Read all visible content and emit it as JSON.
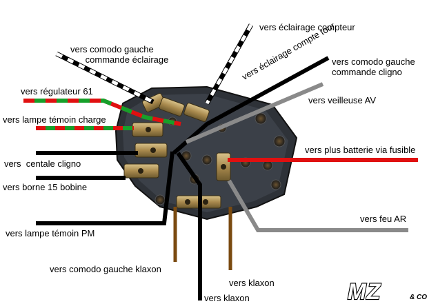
{
  "labels": {
    "eclairage_compteur": "vers éclairage compteur",
    "eclairage_compte_tour": "vers éclairage compte tour",
    "comodo_gauche_eclairage": "vers comodo gauche\n      commande éclairage",
    "comodo_gauche_cligno": "vers comodo gauche\ncommande cligno",
    "regulateur": "vers régulateur 61",
    "veilleuse": "vers veilleuse AV",
    "lampe_charge": "vers lampe témoin charge",
    "batterie": "vers plus batterie via fusible",
    "centrale_cligno": "vers  centale cligno",
    "bobine": "vers borne 15 bobine",
    "feu_ar": "vers feu AR",
    "lampe_pm": "vers lampe témoin PM",
    "comodo_klaxon": "vers comodo gauche klaxon",
    "klaxon_1": "vers klaxon",
    "klaxon_2": "vers klaxon"
  },
  "logo": {
    "main": "MZ",
    "sub": "& CO"
  },
  "colors": {
    "wire_black": "#000000",
    "wire_red": "#e01010",
    "wire_green": "#16a02a",
    "wire_grey": "#8a8a8a",
    "wire_brown": "#7a4a10",
    "board": "#2e3238",
    "terminal_brass": "#b59a5e"
  }
}
